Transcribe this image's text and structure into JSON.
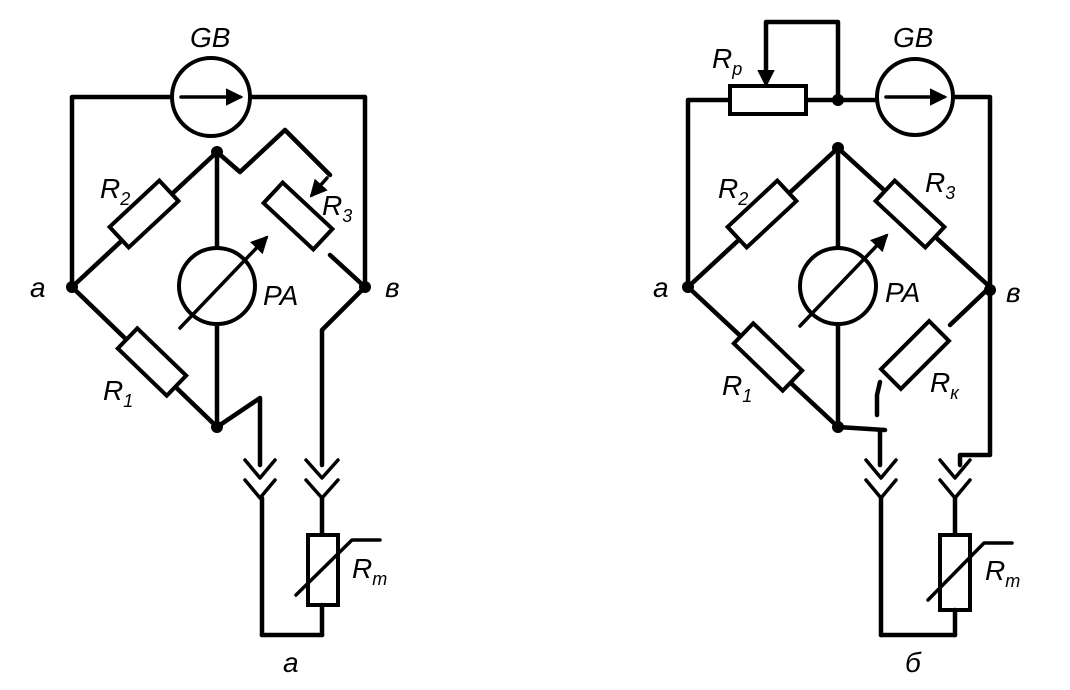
{
  "labels": {
    "a": {
      "GB": "GB",
      "R2": "R",
      "R2_sub": "2",
      "R3": "R",
      "R3_sub": "3",
      "R1": "R",
      "R1_sub": "1",
      "RT": "R",
      "RT_sub": "т",
      "PA": "PA",
      "node_a": "a",
      "node_v": "в",
      "caption": "a"
    },
    "b": {
      "GB": "GB",
      "Rp": "R",
      "Rp_sub": "р",
      "R2": "R",
      "R2_sub": "2",
      "R3": "R",
      "R3_sub": "3",
      "R1": "R",
      "R1_sub": "1",
      "RK": "R",
      "RK_sub": "к",
      "RT": "R",
      "RT_sub": "т",
      "PA": "PA",
      "node_a": "a",
      "node_v": "в",
      "caption": "б"
    }
  }
}
